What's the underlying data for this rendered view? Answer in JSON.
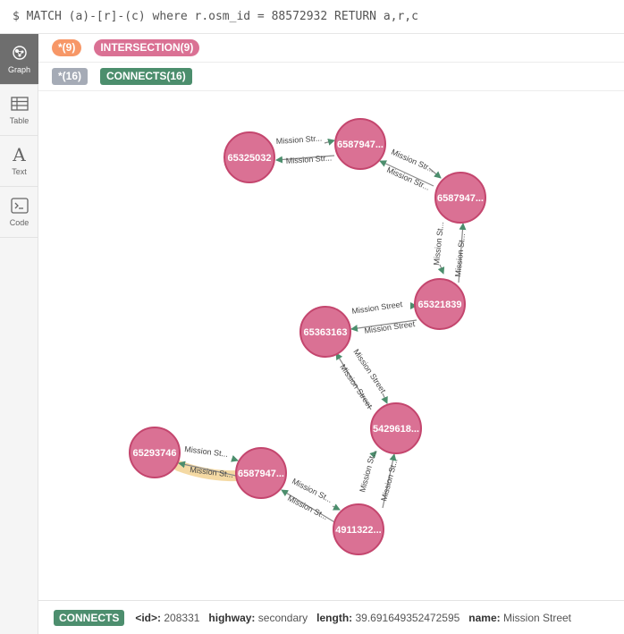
{
  "query": "$ MATCH (a)-[r]-(c) where r.osm_id = 88572932 RETURN a,r,c",
  "sidebar": {
    "graph": "Graph",
    "table": "Table",
    "text": "Text",
    "code": "Code"
  },
  "legend": {
    "all_nodes": "*(9)",
    "intersection": "INTERSECTION(9)",
    "all_rels": "*(16)",
    "connects": "CONNECTS(16)"
  },
  "colors": {
    "node_fill": "#da7194",
    "node_stroke": "#c4466e",
    "all_nodes_pill": "#f79767",
    "all_rels_pill": "#a5abb6",
    "connects_pill": "#4c8e6d",
    "highlight": "#f4d9a3"
  },
  "nodes": [
    {
      "id": "n1",
      "label": "65325032"
    },
    {
      "id": "n2",
      "label": "6587947..."
    },
    {
      "id": "n3",
      "label": "6587947..."
    },
    {
      "id": "n4",
      "label": "65321839"
    },
    {
      "id": "n5",
      "label": "65363163"
    },
    {
      "id": "n6",
      "label": "5429618..."
    },
    {
      "id": "n7",
      "label": "65293746"
    },
    {
      "id": "n8",
      "label": "6587947..."
    },
    {
      "id": "n9",
      "label": "4911322..."
    }
  ],
  "edge_labels": {
    "e1": "Mission Str...",
    "e2": "Mission Str...",
    "e3": "Mission Str...",
    "e4": "Mission Str...",
    "e5": "Mission St...",
    "e6": "Mission St...",
    "e7": "Mission Street",
    "e8": "Mission Street",
    "e9": "Mission Street",
    "e10": "Mission Street",
    "e11": "Mission St...",
    "e12": "Mission St...",
    "e13": "Mission St...",
    "e14": "Mission St...",
    "e15": "Mission St...",
    "e16": "Mission St..."
  },
  "status": {
    "type": "CONNECTS",
    "id_key": "<id>:",
    "id_value": "208331",
    "highway_key": "highway:",
    "highway_value": "secondary",
    "length_key": "length:",
    "length_value": "39.691649352472595",
    "name_key": "name:",
    "name_value": "Mission Street"
  }
}
